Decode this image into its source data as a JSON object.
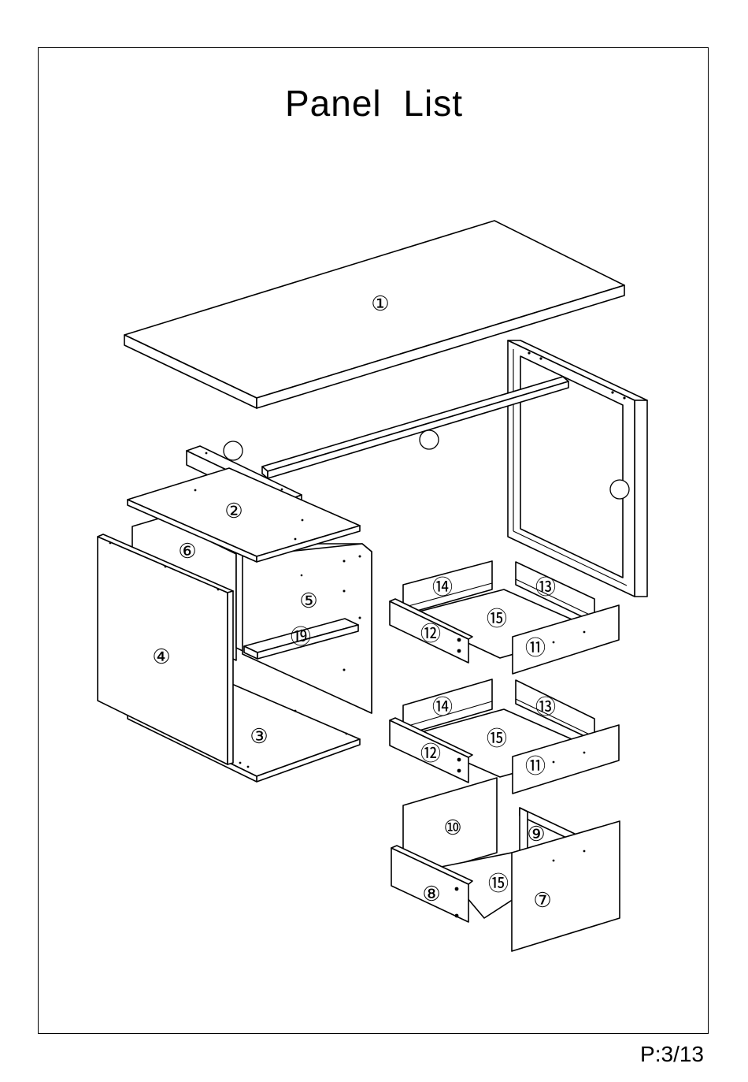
{
  "title": "Panel List",
  "page_number": "P:3/13",
  "parts": [
    {
      "id": "part-1",
      "label": "①"
    },
    {
      "id": "part-2",
      "label": "②"
    },
    {
      "id": "part-3",
      "label": "③"
    },
    {
      "id": "part-4",
      "label": "④"
    },
    {
      "id": "part-5",
      "label": "⑤"
    },
    {
      "id": "part-6",
      "label": "⑥"
    },
    {
      "id": "part-7",
      "label": "⑦"
    },
    {
      "id": "part-8",
      "label": "⑧"
    },
    {
      "id": "part-9",
      "label": "⑨"
    },
    {
      "id": "part-10",
      "label": "⑩"
    },
    {
      "id": "part-11",
      "label": "⑪"
    },
    {
      "id": "part-12",
      "label": "⑫"
    },
    {
      "id": "part-13",
      "label": "⑬"
    },
    {
      "id": "part-14",
      "label": "⑭"
    },
    {
      "id": "part-15",
      "label": "⑮"
    },
    {
      "id": "part-19",
      "label": "⑲"
    }
  ]
}
